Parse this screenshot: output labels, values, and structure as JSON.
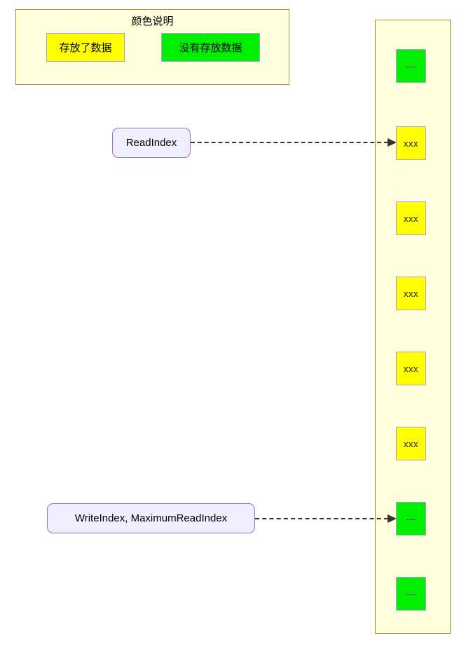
{
  "legend": {
    "title": "颜色说明",
    "items": [
      {
        "label": "存放了数据",
        "color": "#ffff00",
        "name": "stored"
      },
      {
        "label": "没有存放数据",
        "color": "#00ef00",
        "name": "empty"
      }
    ]
  },
  "buffer": {
    "cells": [
      {
        "text": "---",
        "state": "empty"
      },
      {
        "text": "xxx",
        "state": "filled"
      },
      {
        "text": "xxx",
        "state": "filled"
      },
      {
        "text": "xxx",
        "state": "filled"
      },
      {
        "text": "xxx",
        "state": "filled"
      },
      {
        "text": "xxx",
        "state": "filled"
      },
      {
        "text": "---",
        "state": "empty"
      },
      {
        "text": "---",
        "state": "empty"
      }
    ]
  },
  "pointers": [
    {
      "label": "ReadIndex",
      "target_cell": 1
    },
    {
      "label": "WriteIndex, MaximumReadIndex",
      "target_cell": 6
    }
  ],
  "colors": {
    "filled": "#ffff00",
    "empty": "#00ef00",
    "panel_fill": "#ffffdd",
    "panel_border": "#999933",
    "cell_border": "#b39ddb",
    "label_fill": "#eeeeff",
    "label_border": "#9370db",
    "connector": "#333333"
  }
}
